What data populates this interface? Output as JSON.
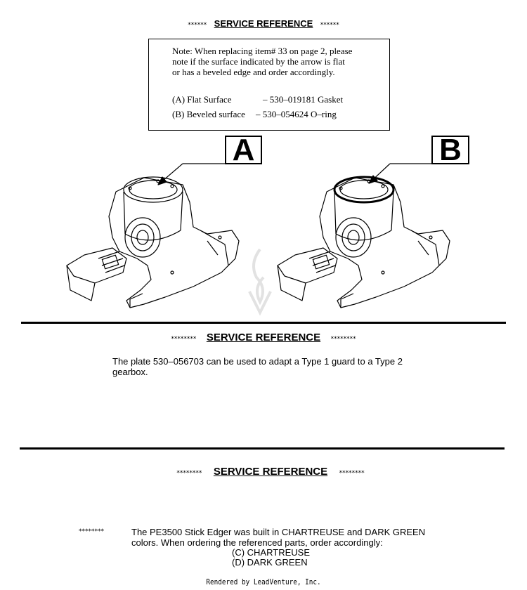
{
  "section1": {
    "stars_left": "******",
    "heading": "SERVICE REFERENCE",
    "stars_right": "******",
    "note_line1": "Note: When replacing item# 33 on page 2, please",
    "note_line2": "note if the surface indicated by the arrow is flat",
    "note_line3": "or has a beveled edge and order accordingly.",
    "option_a_label": "(A) Flat Surface",
    "option_a_part": "– 530–019181 Gasket",
    "option_b_label": "(B) Beveled surface",
    "option_b_part": "– 530–054624 O–ring",
    "label_a": "A",
    "label_b": "B"
  },
  "section2": {
    "stars_left": "********",
    "heading": "SERVICE REFERENCE",
    "stars_right": "********",
    "line1": "The plate 530–056703 can be used to adapt a Type 1 guard to a Type 2",
    "line2": "gearbox."
  },
  "section3": {
    "stars_left": "********",
    "heading": "SERVICE REFERENCE",
    "stars_right": "********",
    "note_stars": "********",
    "line1": "The PE3500 Stick Edger was built in CHARTREUSE and DARK GREEN",
    "line2": "colors.  When ordering the referenced parts, order accordingly:",
    "option_c": "(C) CHARTREUSE",
    "option_d": "(D) DARK GREEN"
  },
  "footer": {
    "rendered_by": "Rendered by LeadVenture, Inc."
  }
}
